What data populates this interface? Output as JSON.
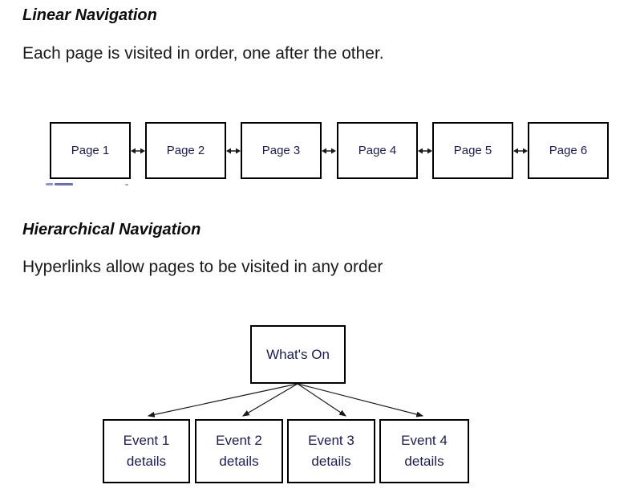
{
  "sections": [
    {
      "heading": "Linear Navigation",
      "description": "Each page is visited in order, one after the other."
    },
    {
      "heading": "Hierarchical Navigation",
      "description": "Hyperlinks allow pages to be visited in any order"
    }
  ],
  "linear_diagram": {
    "connector_type": "double-headed-arrow",
    "pages": [
      "Page 1",
      "Page 2",
      "Page 3",
      "Page 4",
      "Page 5",
      "Page 6"
    ]
  },
  "hierarchy_diagram": {
    "root": "What's On",
    "children": [
      {
        "line1": "Event 1",
        "line2": "details"
      },
      {
        "line1": "Event 2",
        "line2": "details"
      },
      {
        "line1": "Event 3",
        "line2": "details"
      },
      {
        "line1": "Event 4",
        "line2": "details"
      }
    ]
  },
  "colors": {
    "background": "#ffffff",
    "box_border": "#000000",
    "diagram_text": "#1c1c50",
    "body_text": "#1a1a1a",
    "arrow": "#1a1a1a"
  }
}
